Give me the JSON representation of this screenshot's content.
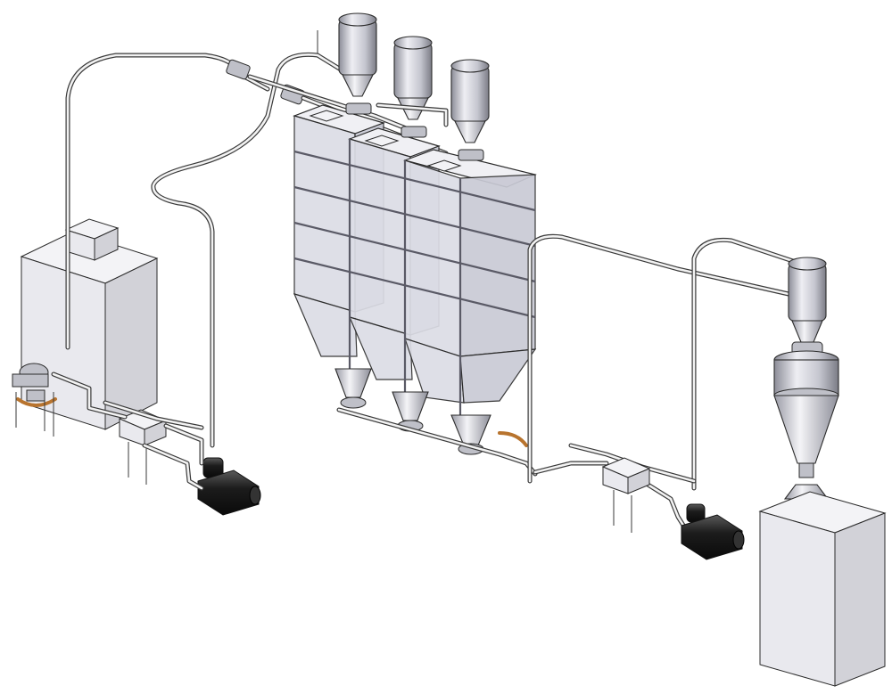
{
  "components": {
    "feed_station": "feed-station",
    "silos": [
      "silo-1",
      "silo-2",
      "silo-3"
    ],
    "receivers": [
      "receiver-1",
      "receiver-2",
      "receiver-3",
      "receiver-right"
    ],
    "blowers": [
      "blower-left",
      "blower-right"
    ],
    "cyclone": "cyclone-separator",
    "collection_bin": "collection-bin"
  },
  "colors": {
    "background": "#ffffff",
    "steel": "#d8d9e0",
    "outline": "#2b2b2b",
    "hose": "#b8742e",
    "motor": "#1e1e1e"
  }
}
